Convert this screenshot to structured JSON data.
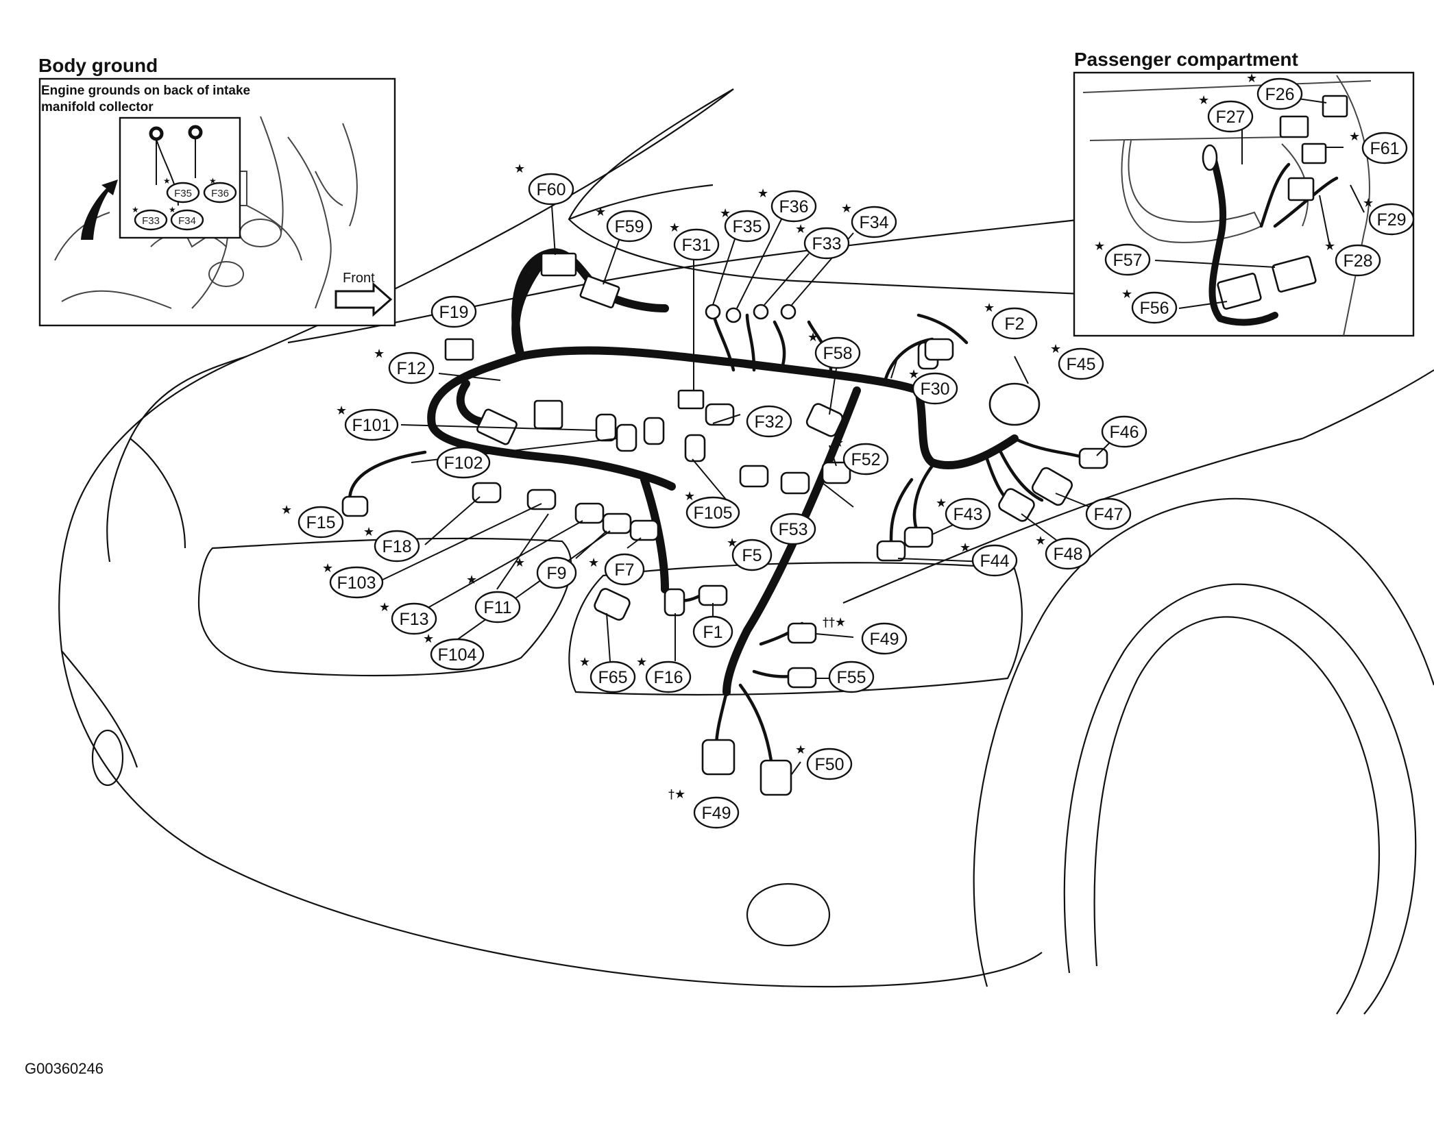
{
  "insets": {
    "body_ground": {
      "title": "Body ground",
      "caption_line1": "Engine grounds on back of intake",
      "caption_line2": "manifold collector",
      "front_label": "Front",
      "labels": [
        "F35",
        "F36",
        "F33",
        "F34"
      ]
    },
    "passenger": {
      "title": "Passenger compartment",
      "labels": [
        "F26",
        "F27",
        "F61",
        "F29",
        "F28",
        "F57",
        "F56"
      ]
    }
  },
  "connectors": [
    "F60",
    "F59",
    "F31",
    "F35",
    "F36",
    "F33",
    "F34",
    "F19",
    "F2",
    "F12",
    "F58",
    "F45",
    "F30",
    "F101",
    "F32",
    "F52",
    "F102",
    "F46",
    "F105",
    "F53",
    "F43",
    "F47",
    "F15",
    "F18",
    "F5",
    "F44",
    "F48",
    "F103",
    "F9",
    "F7",
    "F11",
    "F13",
    "F49",
    "F1",
    "F104",
    "F65",
    "F16",
    "F55",
    "F50",
    "F49"
  ],
  "figure_code": "G00360246",
  "colors": {
    "line": "#111111",
    "background": "#ffffff"
  }
}
